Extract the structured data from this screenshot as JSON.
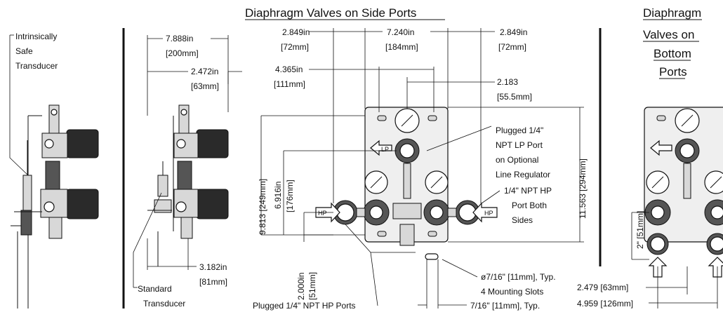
{
  "titles": {
    "side": "Diaphragm Valves on Side Ports",
    "bottom_1": "Diaphragm",
    "bottom_2": "Valves on",
    "bottom_3": "Bottom",
    "bottom_4": "Ports"
  },
  "labels": {
    "intrinsic_1": "Intrinsically",
    "intrinsic_2": "Safe",
    "intrinsic_3": "Transducer",
    "standard_1": "Standard",
    "standard_2": "Transducer",
    "plugged_lp_1": "Plugged 1/4\"",
    "plugged_lp_2": "NPT LP Port",
    "plugged_lp_3": "on Optional",
    "plugged_lp_4": "Line Regulator",
    "hp_port_1": "1/4\" NPT HP",
    "hp_port_2": "Port Both",
    "hp_port_3": "Sides",
    "mount_1": "ø7/16\" [11mm], Typ.",
    "mount_2": "4 Mounting Slots",
    "plugged_hp": "Plugged 1/4\" NPT HP Ports",
    "slot_typ": "7/16\" [11mm], Typ.",
    "lp": "LP",
    "hp": "HP"
  },
  "dims": {
    "d7888_in": "7.888in",
    "d7888_mm": "[200mm]",
    "d2472_in": "2.472in",
    "d2472_mm": "[63mm]",
    "d3182_in": "3.182in",
    "d3182_mm": "[81mm]",
    "d2849a_in": "2.849in",
    "d2849a_mm": "[72mm]",
    "d7240_in": "7.240in",
    "d7240_mm": "[184mm]",
    "d2849b_in": "2.849in",
    "d2849b_mm": "[72mm]",
    "d4365_in": "4.365in",
    "d4365_mm": "[111mm]",
    "d2183_in": "2.183",
    "d2183_mm": "[55.5mm]",
    "d9813": "9.813 [249mm]",
    "d6916_in": "6.916in",
    "d6916_mm": "[176mm]",
    "d11563": "11.563 [294mm]",
    "d2000_in": "2.000in",
    "d2000_mm": "[51mm]",
    "d2_bottom": "2\" [51mm]",
    "d2479": "2.479 [63mm]",
    "d4959": "4.959 [126mm]"
  }
}
